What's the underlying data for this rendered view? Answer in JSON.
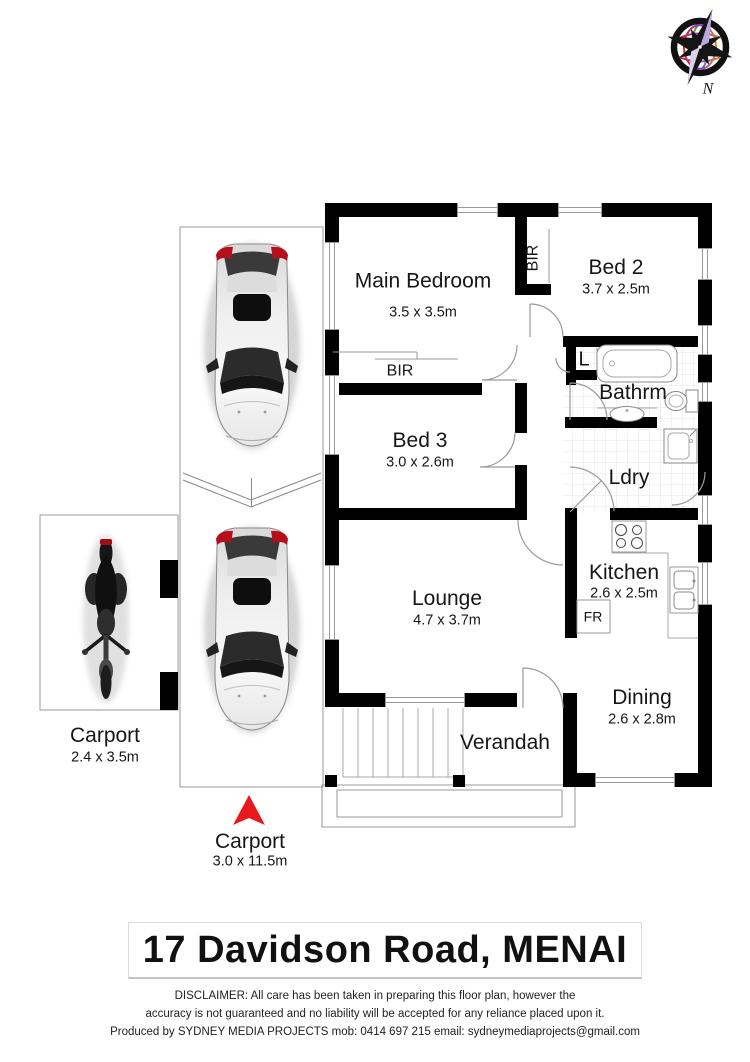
{
  "title": "17 Davidson Road, MENAI",
  "rooms": {
    "main_bedroom": {
      "name": "Main Bedroom",
      "dims": "3.5 x 3.5m"
    },
    "bed2": {
      "name": "Bed 2",
      "dims": "3.7 x 2.5m"
    },
    "bed3": {
      "name": "Bed 3",
      "dims": "3.0 x 2.6m"
    },
    "lounge": {
      "name": "Lounge",
      "dims": "4.7 x 3.7m"
    },
    "kitchen": {
      "name": "Kitchen",
      "dims": "2.6 x 2.5m"
    },
    "dining": {
      "name": "Dining",
      "dims": "2.6 x 2.8m"
    },
    "bathroom": {
      "name": "Bathrm"
    },
    "laundry": {
      "name": "Ldry"
    },
    "verandah": {
      "name": "Verandah"
    },
    "carport_small": {
      "name": "Carport",
      "dims": "2.4 x 3.5m"
    },
    "carport_long": {
      "name": "Carport",
      "dims": "3.0 x 11.5m"
    }
  },
  "labels": {
    "bir_main": "BIR",
    "bir_bed2": "BIR",
    "linen": "L",
    "fridge": "FR",
    "north": "N"
  },
  "disclaimer": {
    "line1": "DISCLAIMER: All care has been taken in preparing this floor plan, however the",
    "line2": "accuracy is not guaranteed and no liability will be accepted for any reliance placed upon it.",
    "line3": "Produced by SYDNEY MEDIA PROJECTS mob: 0414 697 215 email: sydneymediaprojects@gmail.com"
  },
  "colors": {
    "wall": "#000000",
    "north_arrow": "#e8191c",
    "taillight": "#b60f1c"
  }
}
